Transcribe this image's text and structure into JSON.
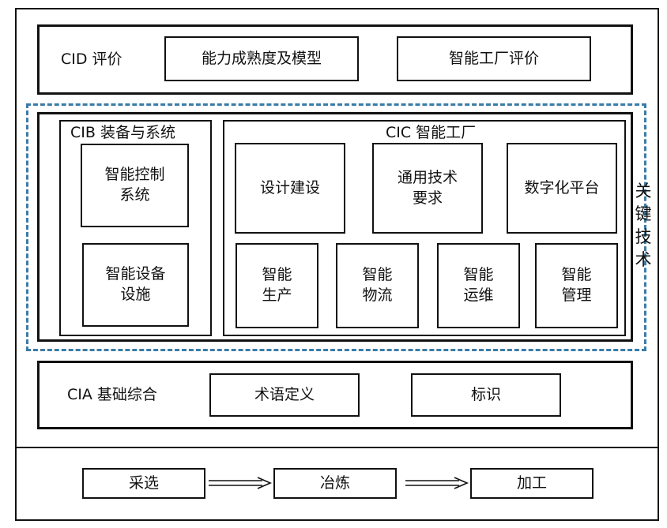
{
  "cid": {
    "label": "CID 评价",
    "items": [
      "能力成熟度及模型",
      "智能工厂评价"
    ]
  },
  "key_tech_label": "关\n键\n技\n术",
  "cib": {
    "label": "CIB 装备与系统",
    "items": [
      "智能控制\n系统",
      "智能设备\n设施"
    ]
  },
  "cic": {
    "label": "CIC 智能工厂",
    "row1": [
      "设计建设",
      "通用技术\n要求",
      "数字化平台"
    ],
    "row2": [
      "智能\n生产",
      "智能\n物流",
      "智能\n运维",
      "智能\n管理"
    ]
  },
  "cia": {
    "label": "CIA 基础综合",
    "items": [
      "术语定义",
      "标识"
    ]
  },
  "process": {
    "steps": [
      "采选",
      "冶炼",
      "加工"
    ]
  }
}
